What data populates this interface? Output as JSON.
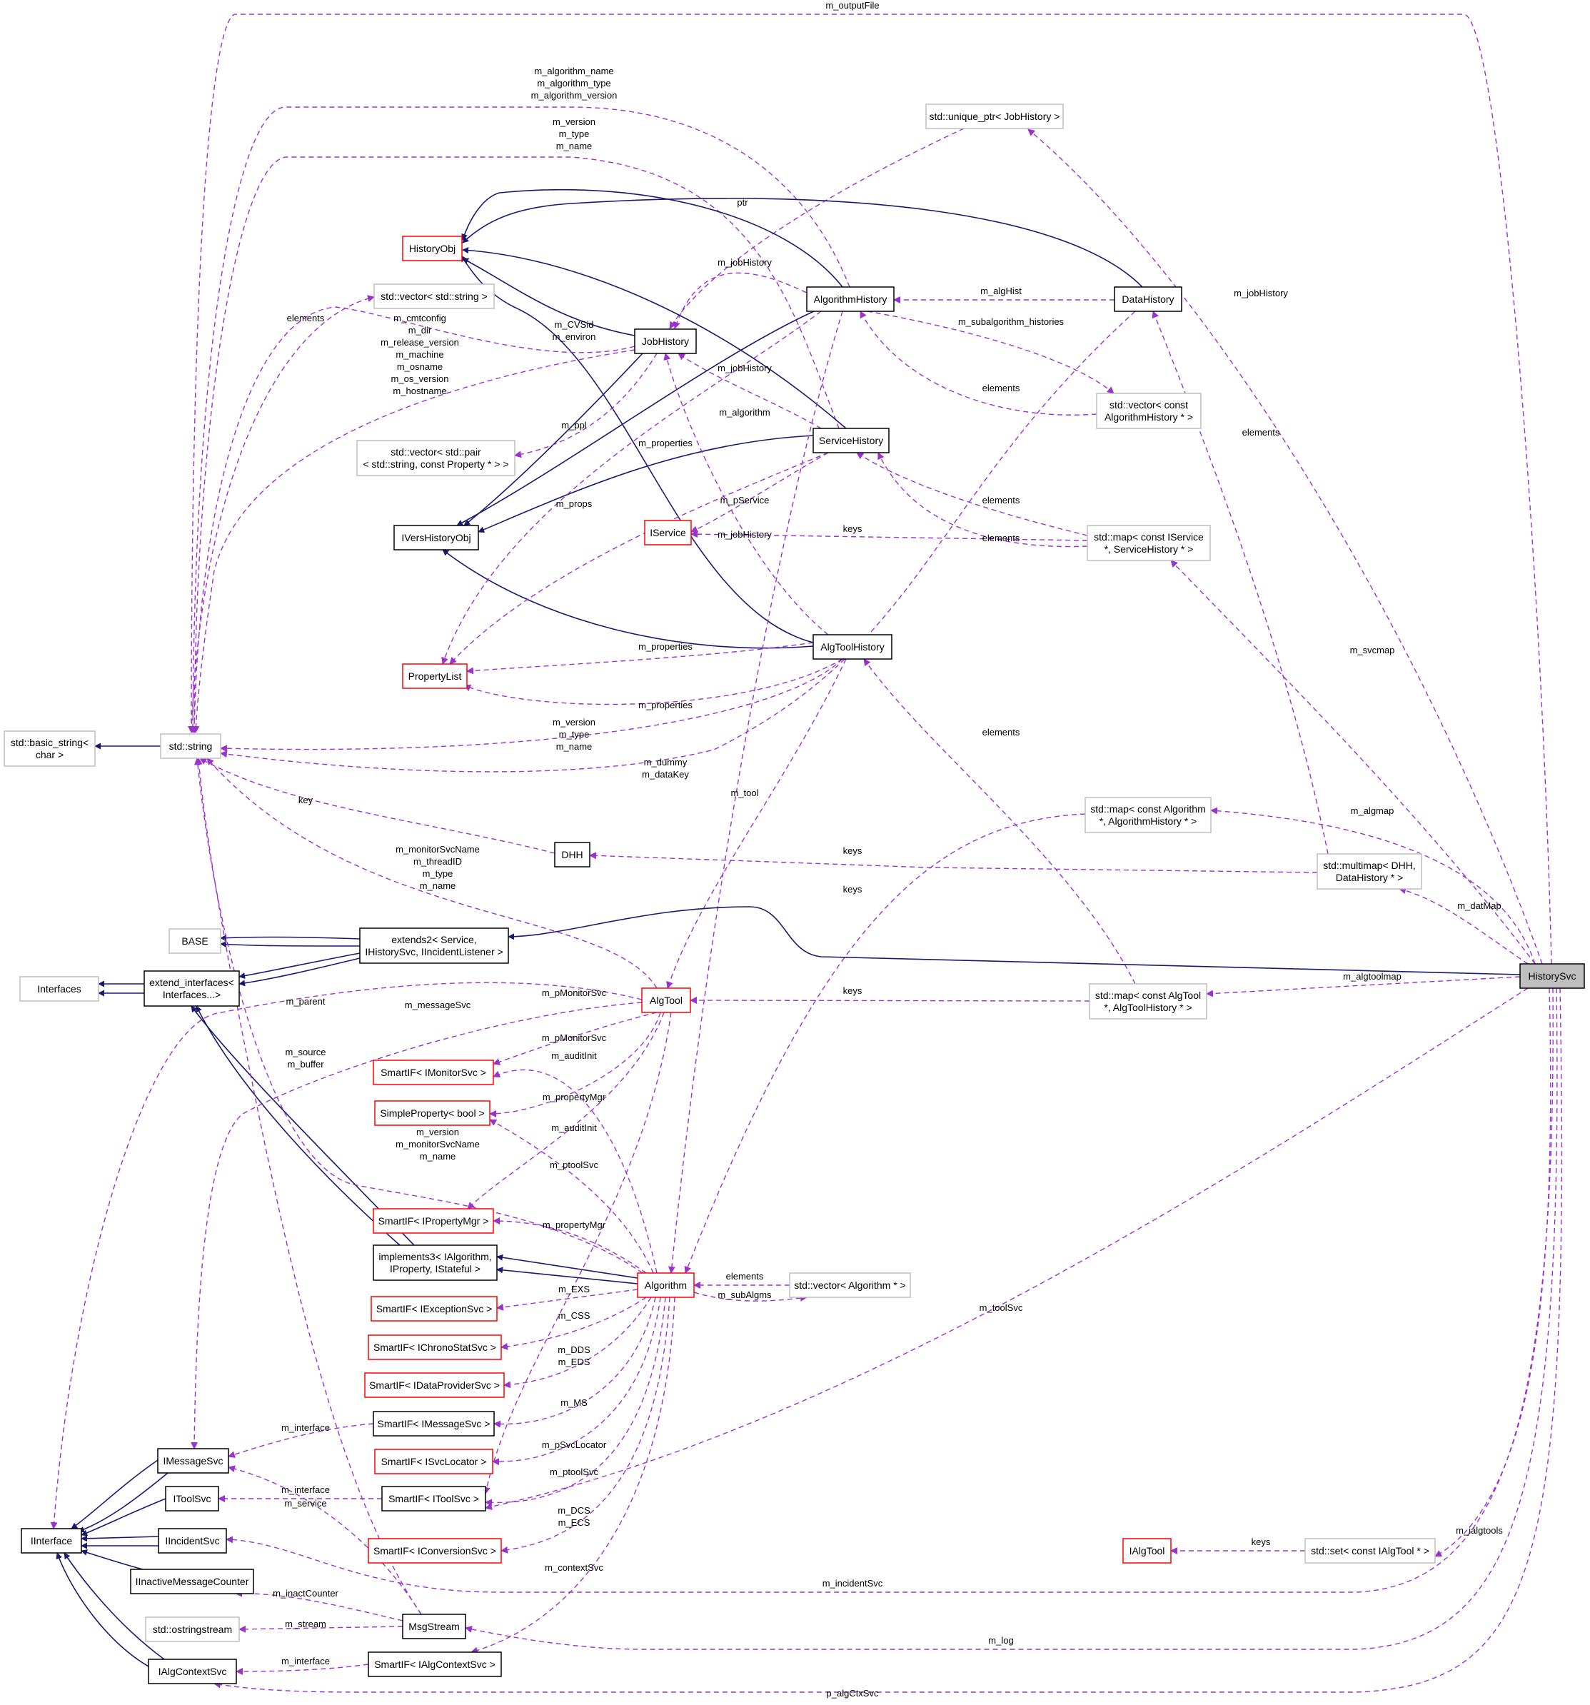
{
  "title": "HistorySvc collaboration graph",
  "colors": {
    "inheritance_edge": "#191970",
    "usage_edge": "#9a32cd",
    "node_documented_border": "#000000",
    "node_undocumented_border": "#ff0000",
    "node_external_border": "#bfbfbf",
    "selected_node_fill": "#bfbfbf"
  },
  "nodes": {
    "HistorySvc": [
      "HistorySvc"
    ],
    "HistoryObj": [
      "HistoryObj"
    ],
    "IVersHistoryObj": [
      "IVersHistoryObj"
    ],
    "JobHistory": [
      "JobHistory"
    ],
    "AlgorithmHistory": [
      "AlgorithmHistory"
    ],
    "DataHistory": [
      "DataHistory"
    ],
    "ServiceHistory": [
      "ServiceHistory"
    ],
    "AlgToolHistory": [
      "AlgToolHistory"
    ],
    "IService": [
      "IService"
    ],
    "PropertyList": [
      "PropertyList"
    ],
    "std_string": [
      "std::string"
    ],
    "std_basic_string": [
      "std::basic_string<",
      "char >"
    ],
    "vec_string": [
      "std::vector< std::string >"
    ],
    "vec_pair": [
      "std::vector< std::pair",
      "< std::string, const Property * > >"
    ],
    "unique_ptr_job": [
      "std::unique_ptr< JobHistory >"
    ],
    "vec_alghist": [
      "std::vector< const",
      "AlgorithmHistory * >"
    ],
    "map_svc": [
      "std::map< const IService",
      "*, ServiceHistory * >"
    ],
    "map_alg": [
      "std::map< const Algorithm",
      "*, AlgorithmHistory * >"
    ],
    "multimap_dhh": [
      "std::multimap< DHH,",
      "DataHistory * >"
    ],
    "map_algtool": [
      "std::map< const AlgTool",
      "*, AlgToolHistory * >"
    ],
    "set_ialgtool": [
      "std::set< const IAlgTool * >"
    ],
    "DHH": [
      "DHH"
    ],
    "BASE": [
      "BASE"
    ],
    "Interfaces": [
      "Interfaces"
    ],
    "extend_interfaces": [
      "extend_interfaces<",
      "Interfaces...>"
    ],
    "extends2": [
      "extends2< Service,",
      "IHistorySvc, IIncidentListener >"
    ],
    "AlgTool": [
      "AlgTool"
    ],
    "SmartIF_IMonitorSvc": [
      "SmartIF< IMonitorSvc >"
    ],
    "SimpleProperty_bool": [
      "SimpleProperty< bool >"
    ],
    "SmartIF_IPropertyMgr": [
      "SmartIF< IPropertyMgr >"
    ],
    "implements3": [
      "implements3< IAlgorithm,",
      "IProperty, IStateful >"
    ],
    "Algorithm": [
      "Algorithm"
    ],
    "vec_algorithm": [
      "std::vector< Algorithm * >"
    ],
    "SmartIF_IExceptionSvc": [
      "SmartIF< IExceptionSvc >"
    ],
    "SmartIF_IChronoStatSvc": [
      "SmartIF< IChronoStatSvc >"
    ],
    "SmartIF_IDataProviderSvc": [
      "SmartIF< IDataProviderSvc >"
    ],
    "SmartIF_IMessageSvc": [
      "SmartIF< IMessageSvc >"
    ],
    "SmartIF_ISvcLocator": [
      "SmartIF< ISvcLocator >"
    ],
    "SmartIF_IToolSvc": [
      "SmartIF< IToolSvc >"
    ],
    "SmartIF_IConversionSvc": [
      "SmartIF< IConversionSvc >"
    ],
    "SmartIF_IAlgContextSvc": [
      "SmartIF< IAlgContextSvc >"
    ],
    "IMessageSvc": [
      "IMessageSvc"
    ],
    "IToolSvc": [
      "IToolSvc"
    ],
    "IIncidentSvc": [
      "IIncidentSvc"
    ],
    "IInactiveMessageCounter": [
      "IInactiveMessageCounter"
    ],
    "IInterface": [
      "IInterface"
    ],
    "std_ostringstream": [
      "std::ostringstream"
    ],
    "MsgStream": [
      "MsgStream"
    ],
    "IAlgContextSvc": [
      "IAlgContextSvc"
    ],
    "IAlgTool": [
      "IAlgTool"
    ]
  },
  "labels": {
    "m_outputFile": [
      "m_outputFile"
    ],
    "alg_name_type_version": [
      "m_algorithm_name",
      "m_algorithm_type",
      "m_algorithm_version"
    ],
    "ver_type_name_top": [
      "m_version",
      "m_type",
      "m_name"
    ],
    "ptr": [
      "ptr"
    ],
    "m_jobHistory_alg": [
      "m_jobHistory"
    ],
    "m_jobHistory_right": [
      "m_jobHistory"
    ],
    "m_algHist": [
      "m_algHist"
    ],
    "elements_vecstr": [
      "elements"
    ],
    "m_CVSid_environ": [
      "m_CVSid",
      "m_environ"
    ],
    "job_fields": [
      "m_cmtconfig",
      "m_dir",
      "m_release_version",
      "m_machine",
      "m_osname",
      "m_os_version",
      "m_hostname"
    ],
    "m_subalgorithm_histories": [
      "m_subalgorithm_histories"
    ],
    "m_jobHistory_svc": [
      "m_jobHistory"
    ],
    "elements_vecalg": [
      "elements"
    ],
    "elements_datahist": [
      "elements"
    ],
    "m_ppl": [
      "m_ppl"
    ],
    "m_algorithm": [
      "m_algorithm"
    ],
    "m_properties_svc": [
      "m_properties"
    ],
    "m_pService": [
      "m_pService"
    ],
    "elements_svcmap1": [
      "elements"
    ],
    "keys_svcmap": [
      "keys"
    ],
    "elements_svcmap2": [
      "elements"
    ],
    "m_props": [
      "m_props"
    ],
    "m_jobHistory_tool": [
      "m_jobHistory"
    ],
    "m_svcmap": [
      "m_svcmap"
    ],
    "m_properties_tool": [
      "m_properties"
    ],
    "m_properties_bottom": [
      "m_properties"
    ],
    "elements_algtool": [
      "elements"
    ],
    "ver_type_name_mid": [
      "m_version",
      "m_type",
      "m_name"
    ],
    "m_dummy_dataKey": [
      "m_dummy",
      "m_dataKey"
    ],
    "m_tool": [
      "m_tool"
    ],
    "key": [
      "key"
    ],
    "m_algmap": [
      "m_algmap"
    ],
    "keys_dhh": [
      "keys"
    ],
    "keys_algmap": [
      "keys"
    ],
    "monitor_fields": [
      "m_monitorSvcName",
      "m_threadID",
      "m_type",
      "m_name"
    ],
    "m_datMap": [
      "m_datMap"
    ],
    "m_algtoolmap": [
      "m_algtoolmap"
    ],
    "keys_algtool": [
      "keys"
    ],
    "m_parent": [
      "m_parent"
    ],
    "m_messageSvc": [
      "m_messageSvc"
    ],
    "m_pMonitorSvc_tool": [
      "m_pMonitorSvc"
    ],
    "m_source_buffer": [
      "m_source",
      "m_buffer"
    ],
    "m_pMonitorSvc_alg": [
      "m_pMonitorSvc"
    ],
    "m_auditInit_tool": [
      "m_auditInit"
    ],
    "m_propertyMgr_tool": [
      "m_propertyMgr"
    ],
    "m_auditInit_alg": [
      "m_auditInit"
    ],
    "alg_ver_monitor_name": [
      "m_version",
      "m_monitorSvcName",
      "m_name"
    ],
    "m_ptoolSvc_tool": [
      "m_ptoolSvc"
    ],
    "m_propertyMgr_alg": [
      "m_propertyMgr"
    ],
    "m_toolSvc": [
      "m_toolSvc"
    ],
    "elements_vecalgo": [
      "elements"
    ],
    "m_EXS": [
      "m_EXS"
    ],
    "m_subAlgms": [
      "m_subAlgms"
    ],
    "m_CSS": [
      "m_CSS"
    ],
    "m_DDS_EDS": [
      "m_DDS",
      "m_EDS"
    ],
    "m_MS": [
      "m_MS"
    ],
    "m_interface_msg": [
      "m_interface"
    ],
    "m_pSvcLocator": [
      "m_pSvcLocator"
    ],
    "m_interface_tool": [
      "m_interface"
    ],
    "m_service": [
      "m_service"
    ],
    "m_ptoolSvc_alg": [
      "m_ptoolSvc"
    ],
    "m_DCS_ECS": [
      "m_DCS",
      "m_ECS"
    ],
    "m_ialgtools": [
      "m_ialgtools"
    ],
    "keys_set": [
      "keys"
    ],
    "m_contextSvc": [
      "m_contextSvc"
    ],
    "m_incidentSvc": [
      "m_incidentSvc"
    ],
    "m_inactCounter": [
      "m_inactCounter"
    ],
    "m_stream": [
      "m_stream"
    ],
    "m_log": [
      "m_log"
    ],
    "m_interface_ctx": [
      "m_interface"
    ],
    "p_algCtxSvc": [
      "p_algCtxSvc"
    ]
  }
}
